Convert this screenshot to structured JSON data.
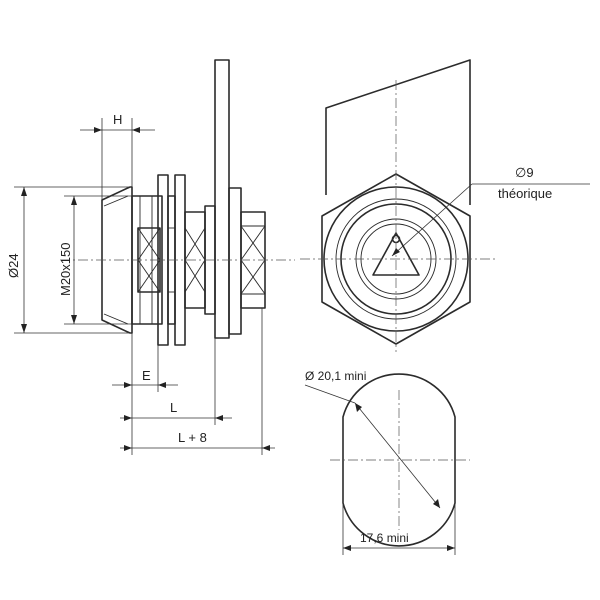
{
  "labels": {
    "h": "H",
    "diameter_24": "Ø24",
    "thread": "M20x150",
    "e": "E",
    "l": "L",
    "l_plus_8": "L + 8",
    "diameter_9": "∅9",
    "theorique": "théorique",
    "diameter_20_1": "Ø 20,1 mini",
    "width_17_6": "17,6 mini"
  }
}
